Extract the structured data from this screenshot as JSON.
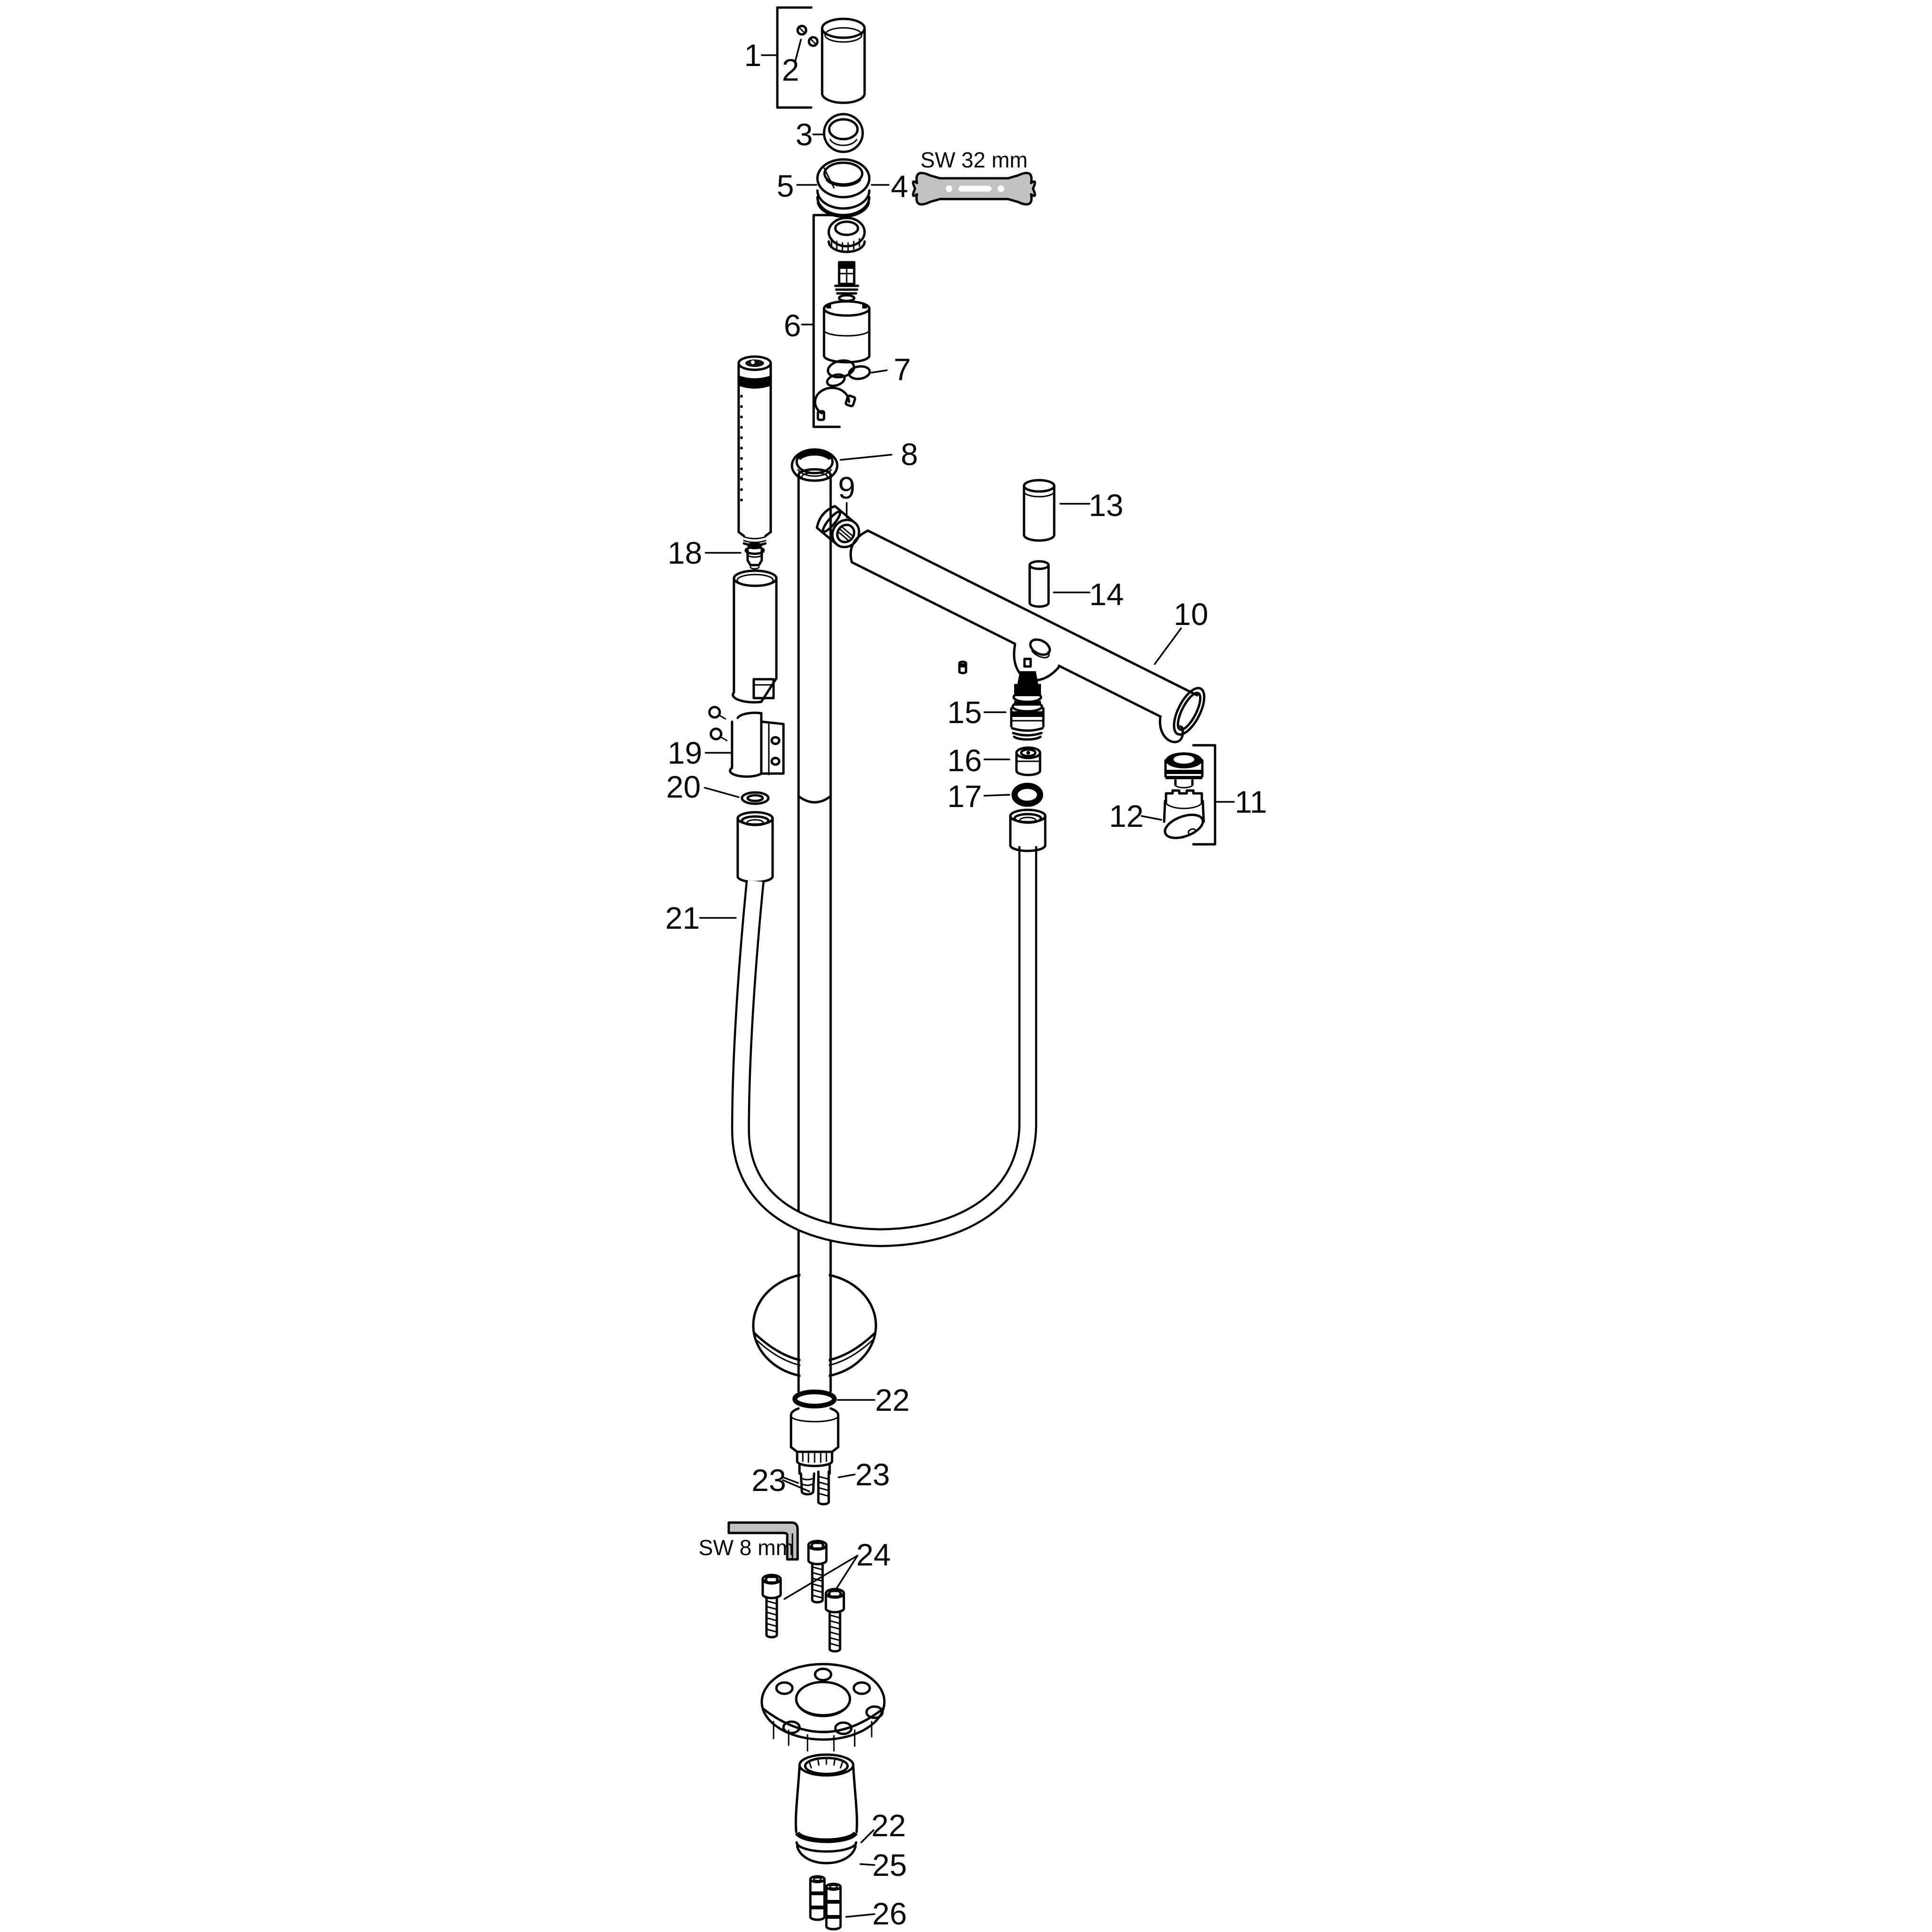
{
  "diagram": {
    "background": "#ffffff",
    "line_color": "#000000",
    "tool_fill": "#c2c2c2",
    "annotations": {
      "wrench_size": "SW 32 mm",
      "hex_key_size": "SW 8 mm"
    },
    "labels": {
      "p1": "1",
      "p2": "2",
      "p3": "3",
      "p4": "4",
      "p5": "5",
      "p6": "6",
      "p7": "7",
      "p8": "8",
      "p9": "9",
      "p10": "10",
      "p11": "11",
      "p12": "12",
      "p13": "13",
      "p14": "14",
      "p15": "15",
      "p16": "16",
      "p17": "17",
      "p18": "18",
      "p19": "19",
      "p20": "20",
      "p21": "21",
      "p22a": "22",
      "p22b": "22",
      "p23a": "23",
      "p23b": "23",
      "p24": "24",
      "p25": "25",
      "p26": "26"
    }
  }
}
